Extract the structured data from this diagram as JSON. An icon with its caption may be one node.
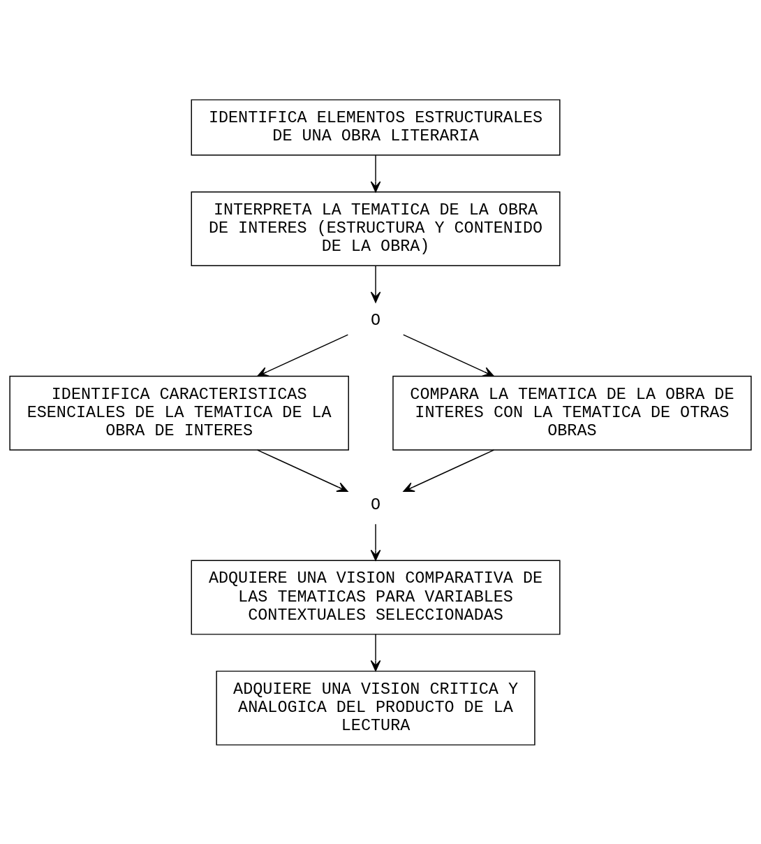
{
  "diagram": {
    "nodes": [
      {
        "text": [
          "IDENTIFICA ELEMENTOS ESTRUCTURALES DE UNA OBRA LITERARIA"
        ]
      },
      {
        "text": [
          "INTERPRETA LA TEMATICA DE LA OBRA DE INTERES (ESTRUCTURA Y CONTENIDO DE LA OBRA)"
        ]
      },
      {
        "text": [
          "O"
        ]
      },
      {
        "text": [
          "IDENTIFICA CARACTERISTICAS ESENCIALES DE LA TEMATICA DE LA OBRA DE INTERES"
        ]
      },
      {
        "text": [
          "COMPARA LA TEMATICA DE LA OBRA DE INTERES CON LA TEMATICA DE OTRAS OBRAS"
        ]
      },
      {
        "text": [
          "O"
        ]
      },
      {
        "text": [
          "ADQUIERE UNA VISION COMPARATIVA DE LAS TEMATICAS PARA VARIABLES CONTEXTUALES SELECCIONADAS"
        ]
      },
      {
        "text": [
          "ADQUIERE UNA VISION CRITICA Y ANALOGICA DEL PRODUCTO DE LA LECTURA"
        ]
      }
    ],
    "edges": [
      {
        "from": 0,
        "to": 1,
        "arrow": "to"
      },
      {
        "from": 1,
        "to": 2,
        "arrow": "to"
      },
      {
        "from": 2,
        "to": 3,
        "arrow": "to"
      },
      {
        "from": 2,
        "to": 4,
        "arrow": "to"
      },
      {
        "from": 3,
        "to": 5,
        "arrow": "to"
      },
      {
        "from": 4,
        "to": 5,
        "arrow": "to"
      },
      {
        "from": 5,
        "to": 6,
        "arrow": "to"
      },
      {
        "from": 6,
        "to": 7,
        "arrow": "to"
      }
    ]
  }
}
